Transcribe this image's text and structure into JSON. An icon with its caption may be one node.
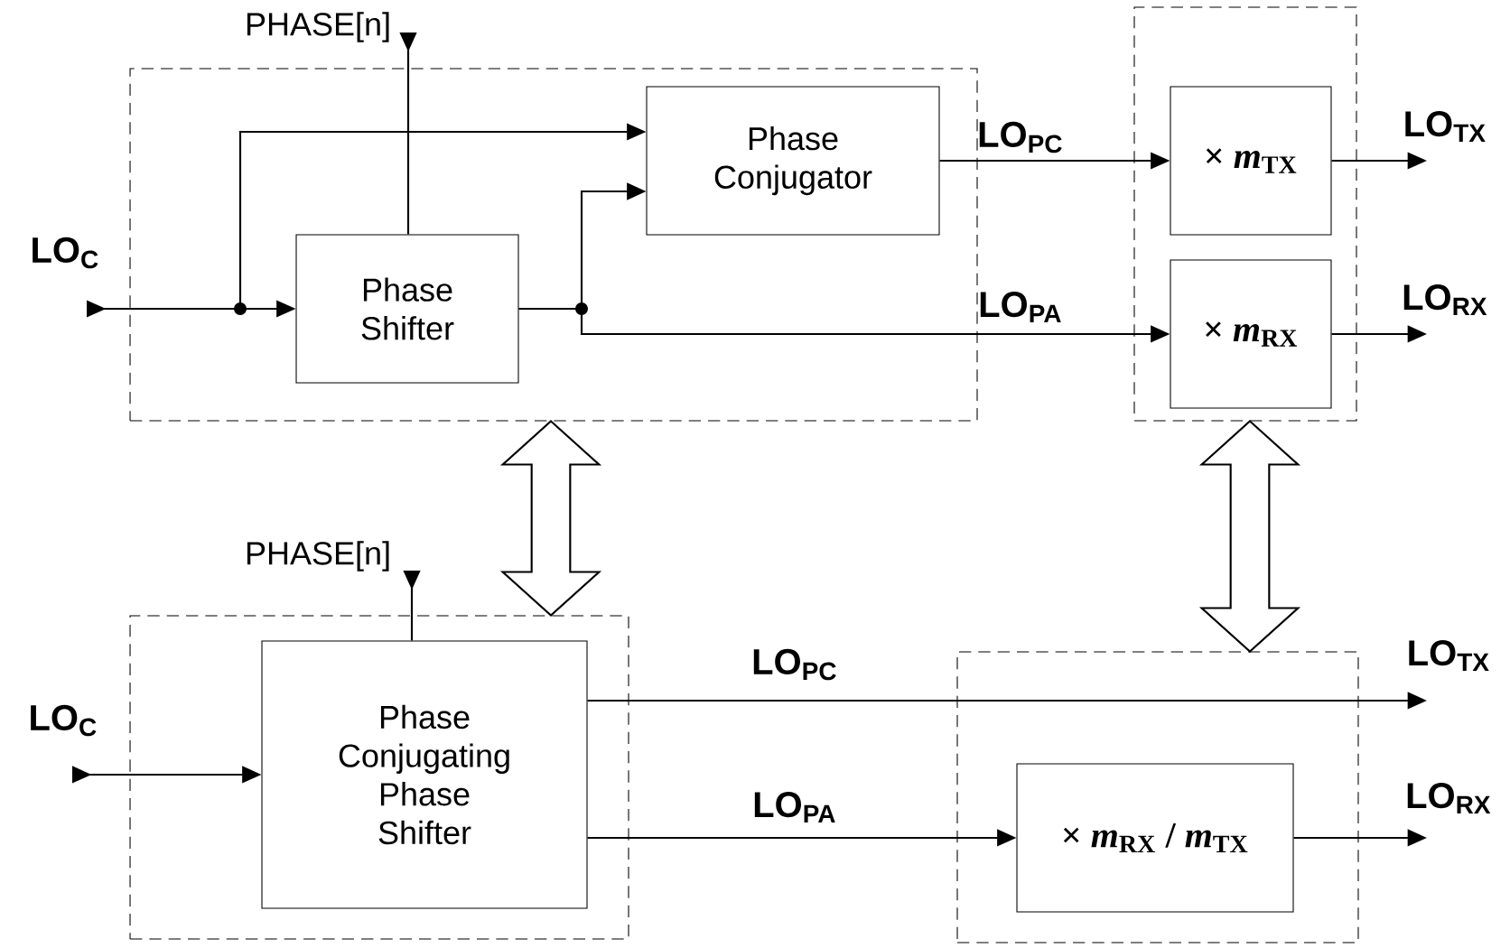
{
  "diagram": {
    "nodes": [
      {
        "text": [],
        "shape": "box"
      },
      {
        "text": [
          "Phase Shifter"
        ],
        "in": 0
      },
      {
        "text": [
          "Phase Conjugator"
        ],
        "in": 0
      },
      {
        "text": [],
        "shape": "box"
      },
      {
        "text": [
          "× *m*$_{TX}$"
        ],
        "in": 3
      },
      {
        "text": [
          "× *m*$_{RX}$"
        ],
        "in": 3
      },
      {
        "text": [],
        "shape": "box"
      },
      {
        "text": [
          "Phase Conjugating Phase Shifter"
        ],
        "in": 6
      },
      {
        "text": [],
        "shape": "box"
      },
      {
        "text": [
          "× *m*$_{RX}$ / *m*$_{TX}$"
        ],
        "in": 8
      },
      {
        "text": [
          "LO$_{TX}$"
        ]
      }
    ],
    "edges": [
      {
        "from": null,
        "to": 1,
        "arrow": "to",
        "label": "LO$_{C}$"
      },
      {
        "from": null,
        "to": 2,
        "arrow": "to"
      },
      {
        "from": null,
        "to": 1,
        "arrow": "to",
        "label": "PHASE[n]"
      },
      {
        "from": 1,
        "to": 2,
        "arrow": "to"
      },
      {
        "from": 1,
        "to": 5,
        "arrow": "to",
        "label": "LO$_{PA}$"
      },
      {
        "from": 2,
        "to": 4,
        "arrow": "to",
        "label": "LO$_{PC}$"
      },
      {
        "from": 4,
        "to": null,
        "arrow": "to",
        "label": "LO$_{TX}$"
      },
      {
        "from": 5,
        "to": null,
        "arrow": "to",
        "label": "LO$_{RX}$"
      },
      {
        "from": 0,
        "to": 6,
        "arrow": "both",
        "style": "thick"
      },
      {
        "from": 3,
        "to": 8,
        "arrow": "both",
        "style": "thick"
      },
      {
        "from": null,
        "to": 7,
        "arrow": "to",
        "label": "LO$_{C}$"
      },
      {
        "from": null,
        "to": 7,
        "arrow": "to",
        "label": "PHASE[n]"
      },
      {
        "from": 7,
        "to": 10,
        "arrow": "to",
        "label": "LO$_{PC}$"
      },
      {
        "from": 7,
        "to": 9,
        "arrow": "to",
        "label": "LO$_{PA}$"
      },
      {
        "from": 9,
        "to": null,
        "arrow": "to",
        "label": "LO$_{RX}$"
      }
    ]
  }
}
